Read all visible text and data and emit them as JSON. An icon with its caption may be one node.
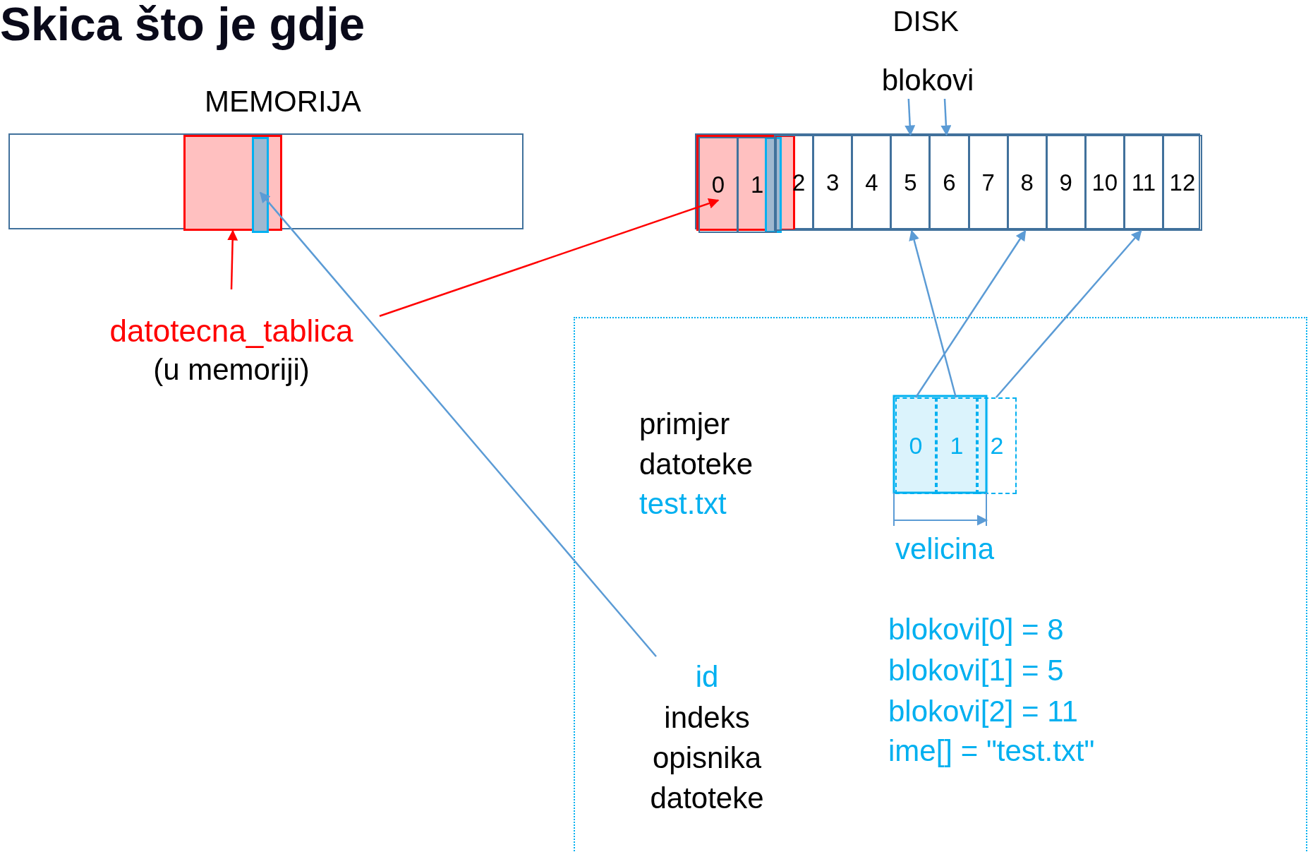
{
  "diagram": {
    "title": "Skica što je gdje",
    "nodes": [
      {
        "text": [],
        "shape": "box"
      },
      {
        "text": [],
        "shape": "box",
        "in": 0
      },
      {
        "text": [],
        "shape": "box",
        "in": 1
      },
      {
        "text": [],
        "shape": "box"
      },
      {
        "text": [],
        "shape": "box",
        "in": 3
      },
      {
        "text": [],
        "shape": "box",
        "in": 4
      },
      {
        "text": [
          "0"
        ],
        "in": 4
      },
      {
        "text": [
          "1"
        ],
        "in": 4
      },
      {
        "text": [
          "2"
        ],
        "in": 3
      },
      {
        "text": [
          "3"
        ],
        "in": 3
      },
      {
        "text": [
          "4"
        ],
        "in": 3
      },
      {
        "text": [
          "5"
        ],
        "in": 3
      },
      {
        "text": [
          "6"
        ],
        "in": 3
      },
      {
        "text": [
          "7"
        ],
        "in": 3
      },
      {
        "text": [
          "8"
        ],
        "in": 3
      },
      {
        "text": [
          "9"
        ],
        "in": 3
      },
      {
        "text": [
          "10"
        ],
        "in": 3
      },
      {
        "text": [
          "11"
        ],
        "in": 3
      },
      {
        "text": [
          "12"
        ],
        "in": 3
      },
      {
        "text": [
          "blokovi"
        ]
      },
      {
        "text": [
          "datotecna_tablica",
          "(u memoriji)"
        ]
      },
      {
        "text": [],
        "shape": "box"
      },
      {
        "text": [
          "0"
        ],
        "in": 21
      },
      {
        "text": [
          "1"
        ],
        "in": 21
      },
      {
        "text": [
          "2"
        ],
        "in": 21
      },
      {
        "text": [
          "id",
          "indeks opisnika datoteke"
        ],
        "in": 21
      }
    ],
    "edges": [
      {
        "from": 19,
        "to": 11,
        "arrow": "to"
      },
      {
        "from": 19,
        "to": 12,
        "arrow": "to"
      },
      {
        "from": 20,
        "to": 1,
        "arrow": "to",
        "color": "#ff0000"
      },
      {
        "from": 20,
        "to": 6,
        "arrow": "to",
        "color": "#ff0000"
      },
      {
        "from": 25,
        "to": 2,
        "arrow": "to"
      },
      {
        "from": 22,
        "to": 14,
        "arrow": "to"
      },
      {
        "from": 23,
        "to": 11,
        "arrow": "to"
      },
      {
        "from": 24,
        "to": 17,
        "arrow": "to"
      }
    ],
    "labels": [
      "DISK",
      "MEMORIJA",
      "primjer datoteke",
      "test.txt",
      "velicina",
      "blokovi[0] = 8",
      "blokovi[1] = 5",
      "blokovi[2] = 11",
      "ime[] = \"test.txt\""
    ]
  }
}
